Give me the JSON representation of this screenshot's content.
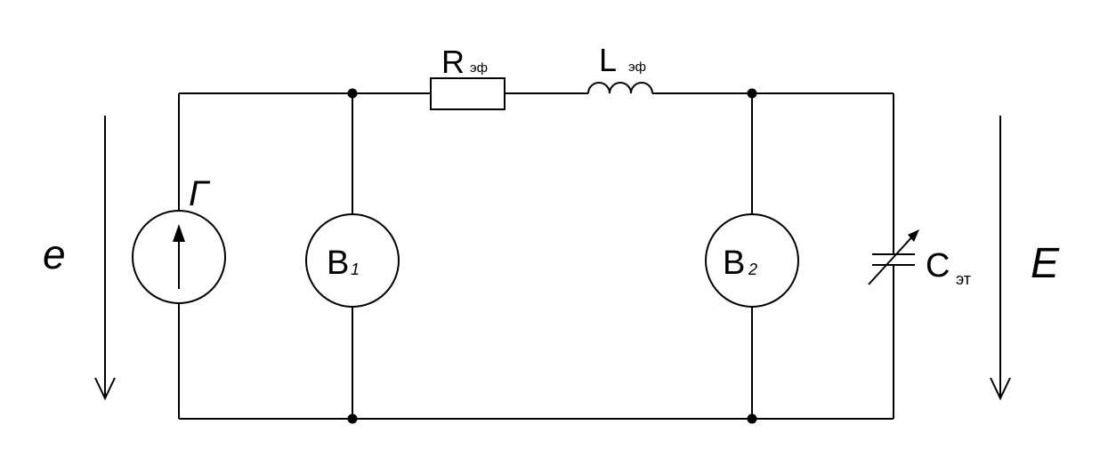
{
  "labels": {
    "source_emf": "e",
    "generator": "Г",
    "voltmeter1_main": "B",
    "voltmeter1_sub": "1",
    "voltmeter2_main": "B",
    "voltmeter2_sub": "2",
    "resistor_main": "R",
    "resistor_sub": "эф",
    "inductor_main": "L",
    "inductor_sub": "эф",
    "capacitor_main": "C",
    "capacitor_sub": "эт",
    "output_voltage": "E"
  },
  "colors": {
    "line": "#000000",
    "background": "#ffffff"
  },
  "icons": {
    "source": "ac-current-source-icon",
    "voltmeter": "voltmeter-icon",
    "resistor": "resistor-icon",
    "inductor": "inductor-icon",
    "capacitor": "variable-capacitor-icon",
    "arrow": "down-arrow-icon"
  }
}
